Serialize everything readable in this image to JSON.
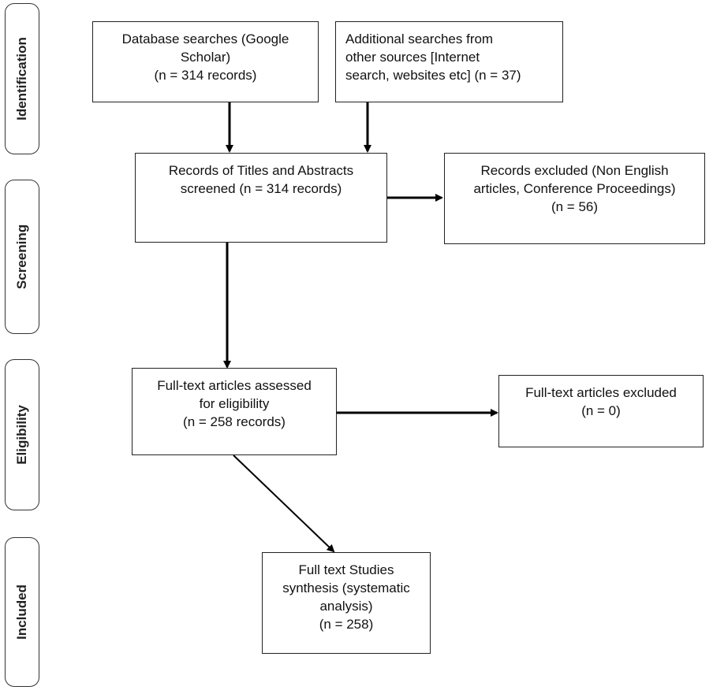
{
  "stages": [
    {
      "label": "Identification"
    },
    {
      "label": "Screening"
    },
    {
      "label": "Eligibility"
    },
    {
      "label": "Included"
    }
  ],
  "boxes": {
    "database_searches": {
      "lines": [
        "Database searches (Google",
        "Scholar)",
        "(n = 314 records)"
      ]
    },
    "additional_searches": {
      "lines": [
        "Additional searches from",
        "other sources [Internet",
        "search, websites etc] (n = 37)"
      ]
    },
    "screened": {
      "lines": [
        "Records of Titles and Abstracts",
        "screened (n = 314 records)"
      ]
    },
    "excluded_screening": {
      "lines": [
        "Records excluded (Non English",
        "articles, Conference Proceedings)",
        "(n = 56)"
      ]
    },
    "full_text_assessed": {
      "lines": [
        "Full-text articles assessed",
        "for eligibility",
        "(n = 258 records)"
      ]
    },
    "full_text_excluded": {
      "lines": [
        "Full-text articles excluded",
        "(n = 0)"
      ]
    },
    "included_studies": {
      "lines": [
        "Full text Studies",
        "synthesis (systematic",
        "analysis)",
        "(n = 258)"
      ]
    }
  }
}
